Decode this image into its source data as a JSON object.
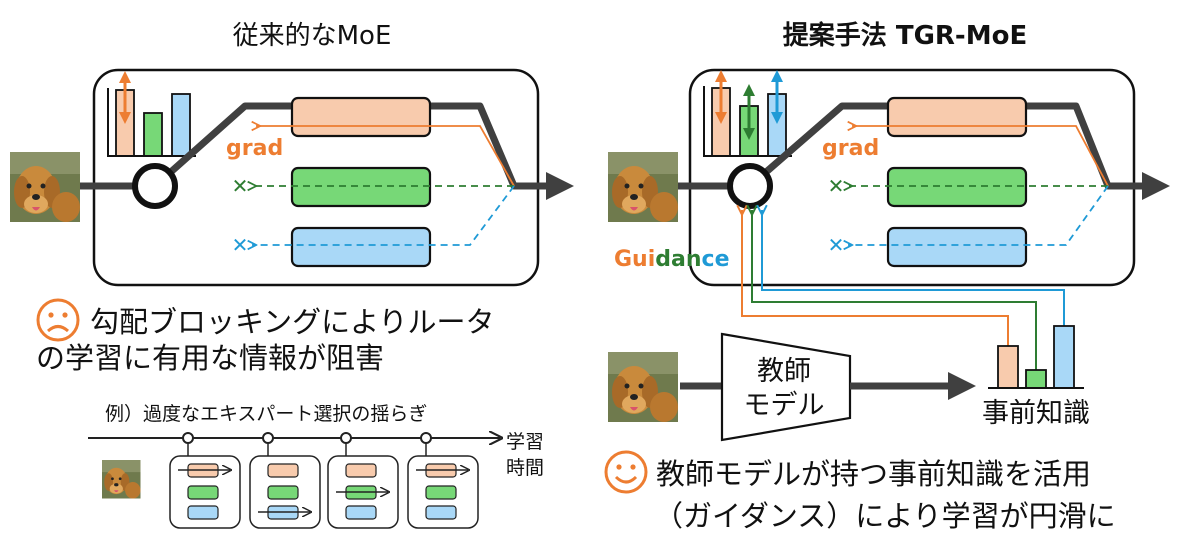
{
  "left": {
    "title": "従来的なMoE",
    "grad_label": "grad",
    "problem_line1": "勾配ブロッキングによりルータ",
    "problem_line2": "の学習に有用な情報が阻害",
    "example_caption": "例）過度なエキスパート選択の揺らぎ",
    "axis_label_line1": "学習",
    "axis_label_line2": "時間"
  },
  "right": {
    "title": "提案手法 TGR-MoE",
    "grad_label": "grad",
    "guidance_parts": [
      "Gui",
      "dan",
      "ce"
    ],
    "teacher_line1": "教師",
    "teacher_line2": "モデル",
    "prior_knowledge": "事前知識",
    "benefit_line1": "教師モデルが持つ事前知識を活用",
    "benefit_line2": "（ガイダンス）により学習が円滑に"
  },
  "colors": {
    "orange": "#ed7d31",
    "green": "#2e7d32",
    "blue": "#1f9ad6",
    "expert_orange": "#f8cbad",
    "expert_green": "#77d877",
    "expert_blue": "#a9d8f7",
    "bar_orange": "#f8cbad",
    "bar_green": "#77d877",
    "bar_blue": "#a9d8f7",
    "main_flow": "#404040"
  },
  "icons": {
    "sad": "sad-face-icon",
    "happy": "happy-face-icon",
    "dog": "dog-photo-icon",
    "cross": "cross-mark-icon"
  }
}
